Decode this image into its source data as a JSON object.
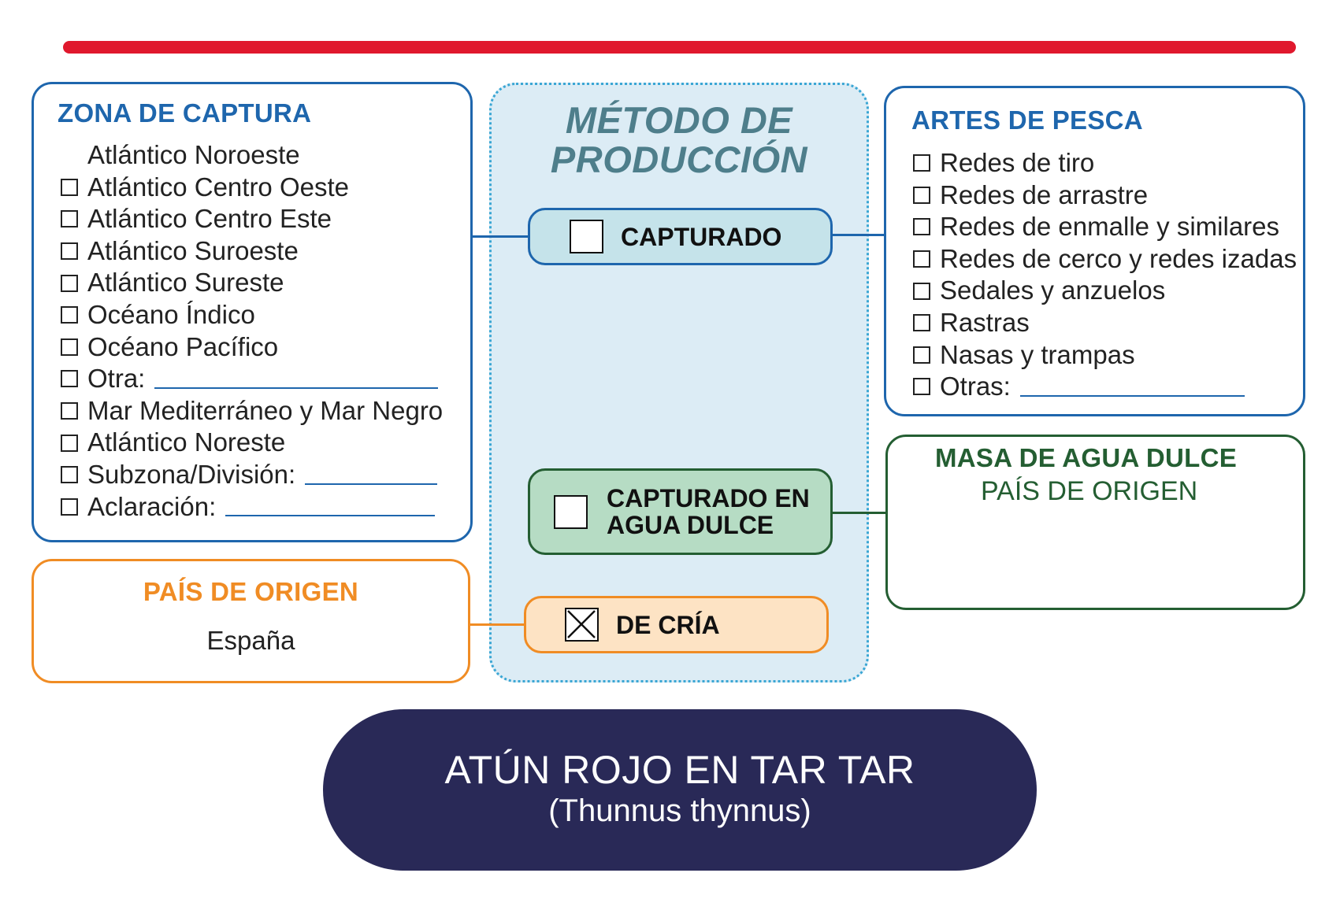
{
  "zona_captura": {
    "title": "ZONA DE CAPTURA",
    "options": [
      {
        "label": "Atlántico Noroeste",
        "checkbox": false,
        "line": false
      },
      {
        "label": "Atlántico Centro Oeste",
        "checkbox": true,
        "line": false
      },
      {
        "label": "Atlántico Centro Este",
        "checkbox": true,
        "line": false
      },
      {
        "label": "Atlántico Suroeste",
        "checkbox": true,
        "line": false
      },
      {
        "label": "Atlántico Sureste",
        "checkbox": true,
        "line": false
      },
      {
        "label": "Océano Índico",
        "checkbox": true,
        "line": false
      },
      {
        "label": "Océano Pacífico",
        "checkbox": true,
        "line": false
      },
      {
        "label": "Otra:",
        "checkbox": true,
        "line": true
      },
      {
        "label": "Mar Mediterráneo y Mar Negro",
        "checkbox": true,
        "line": false
      },
      {
        "label": "Atlántico Noreste",
        "checkbox": true,
        "line": false
      },
      {
        "label": "Subzona/División:",
        "checkbox": true,
        "line": true
      },
      {
        "label": "Aclaración:",
        "checkbox": true,
        "line": true
      }
    ]
  },
  "pais_origen": {
    "title": "PAÍS DE ORIGEN",
    "value": "España"
  },
  "metodo_produccion": {
    "title_line1": "MÉTODO DE",
    "title_line2": "PRODUCCIÓN",
    "capturado": {
      "label": "CAPTURADO",
      "checked": false
    },
    "capturado_agua_dulce": {
      "label_line1": "CAPTURADO EN",
      "label_line2": "AGUA DULCE",
      "checked": false
    },
    "de_cria": {
      "label": "DE CRÍA",
      "checked": true
    }
  },
  "artes_pesca": {
    "title": "ARTES DE PESCA",
    "options": [
      {
        "label": "Redes de tiro",
        "checkbox": true,
        "line": false
      },
      {
        "label": "Redes de arrastre",
        "checkbox": true,
        "line": false
      },
      {
        "label": "Redes de enmalle y similares",
        "checkbox": true,
        "line": false
      },
      {
        "label": "Redes de cerco y redes izadas",
        "checkbox": true,
        "line": false
      },
      {
        "label": "Sedales y anzuelos",
        "checkbox": true,
        "line": false
      },
      {
        "label": "Rastras",
        "checkbox": true,
        "line": false
      },
      {
        "label": "Nasas y trampas",
        "checkbox": true,
        "line": false
      },
      {
        "label": "Otras:",
        "checkbox": true,
        "line": true
      }
    ]
  },
  "masa_agua_dulce": {
    "title": "MASA DE AGUA DULCE",
    "subtitle": "PAÍS DE ORIGEN"
  },
  "species": {
    "name": "ATÚN ROJO EN TAR TAR",
    "scientific": "(Thunnus thynnus)"
  },
  "colors": {
    "accent_red": "#e0182d",
    "blue": "#1e66ad",
    "green": "#245e32",
    "orange": "#f08c24",
    "navy": "#292957",
    "method_bg": "#dcecf5"
  }
}
